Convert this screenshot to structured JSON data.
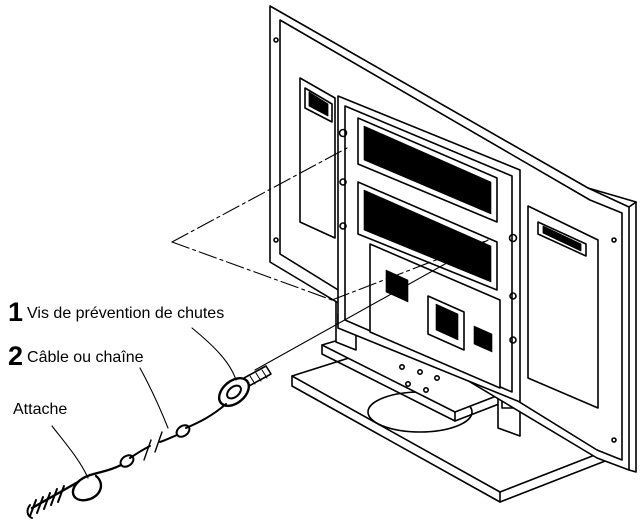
{
  "callouts": [
    {
      "number": "1",
      "text": "Vis de prévention de chutes"
    },
    {
      "number": "2",
      "text": "Câble ou chaîne"
    },
    {
      "number": "",
      "text": "Attache"
    }
  ],
  "colors": {
    "line": "#000000",
    "background": "#ffffff"
  }
}
